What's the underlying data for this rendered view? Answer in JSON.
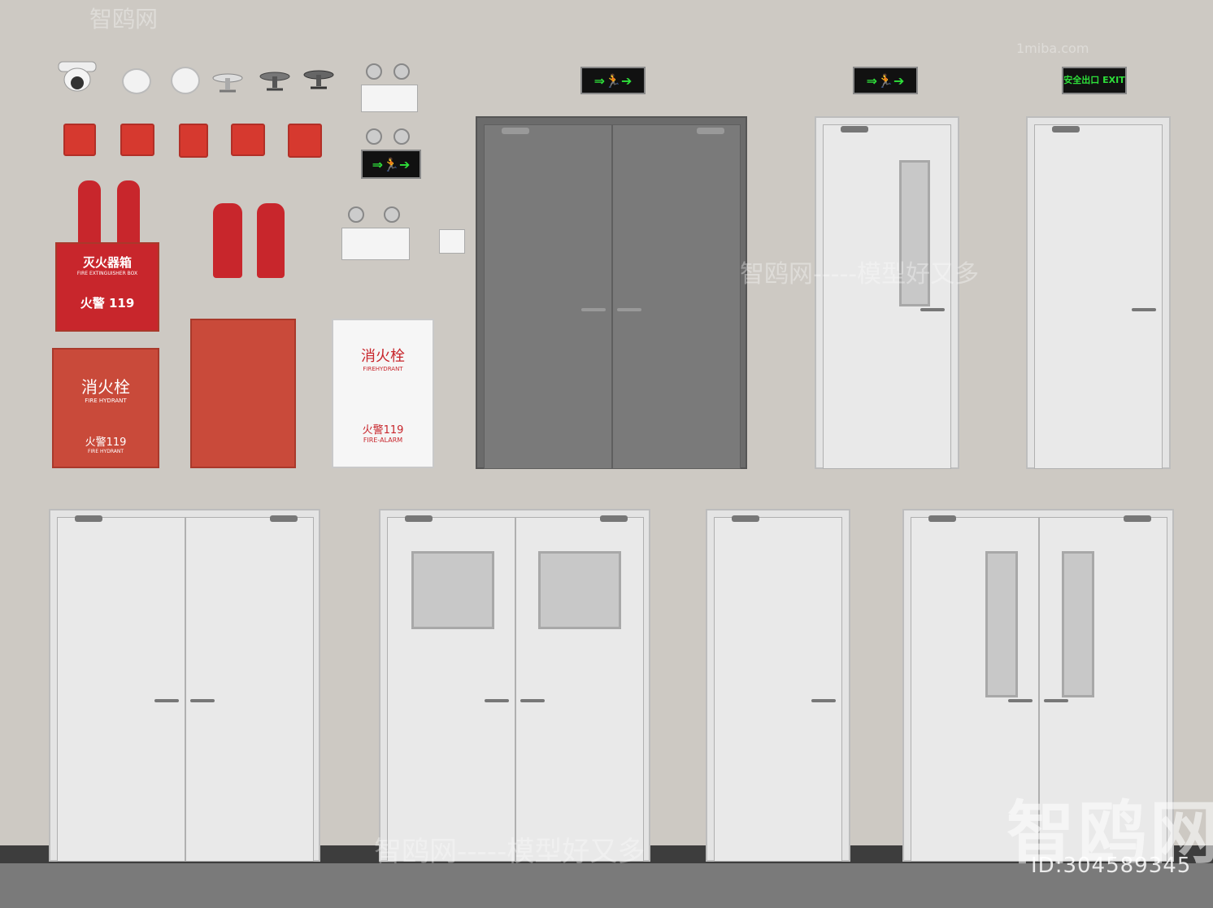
{
  "watermarks": {
    "brand": "智鸥网",
    "slogan": "智鸥网-----模型好又多",
    "site": "1miba.com",
    "big": "智鸥网",
    "id": "ID:304589345"
  },
  "exit_signs": [
    {
      "text": "⇒🏃➔"
    },
    {
      "text": "⇒🏃➔"
    },
    {
      "text": "安全出口 EXIT"
    },
    {
      "text": "⇒🏃➔"
    }
  ],
  "cabinets": {
    "extinguisher_box_title": "灭火器箱",
    "extinguisher_box_sub": "FIRE EXTINGUISHER BOX",
    "extinguisher_box_alarm": "火警 119",
    "hydrant_red_title": "消火栓",
    "hydrant_red_sub": "FIRE HYDRANT",
    "hydrant_red_alarm": "火警119",
    "hydrant_red_alarm_sub": "FIRE HYDRANT",
    "hydrant_white_title": "消火栓",
    "hydrant_white_sub": "FIREHYDRANT",
    "hydrant_white_alarm": "火警119",
    "hydrant_white_alarm_sub": "FIRE-ALARM"
  },
  "colors": {
    "wall": "#cdc9c3",
    "fire_red": "#c8262c",
    "exit_green": "#2ee03a",
    "gray_door": "#6e6e6e",
    "white_door": "#e9e9e9"
  }
}
